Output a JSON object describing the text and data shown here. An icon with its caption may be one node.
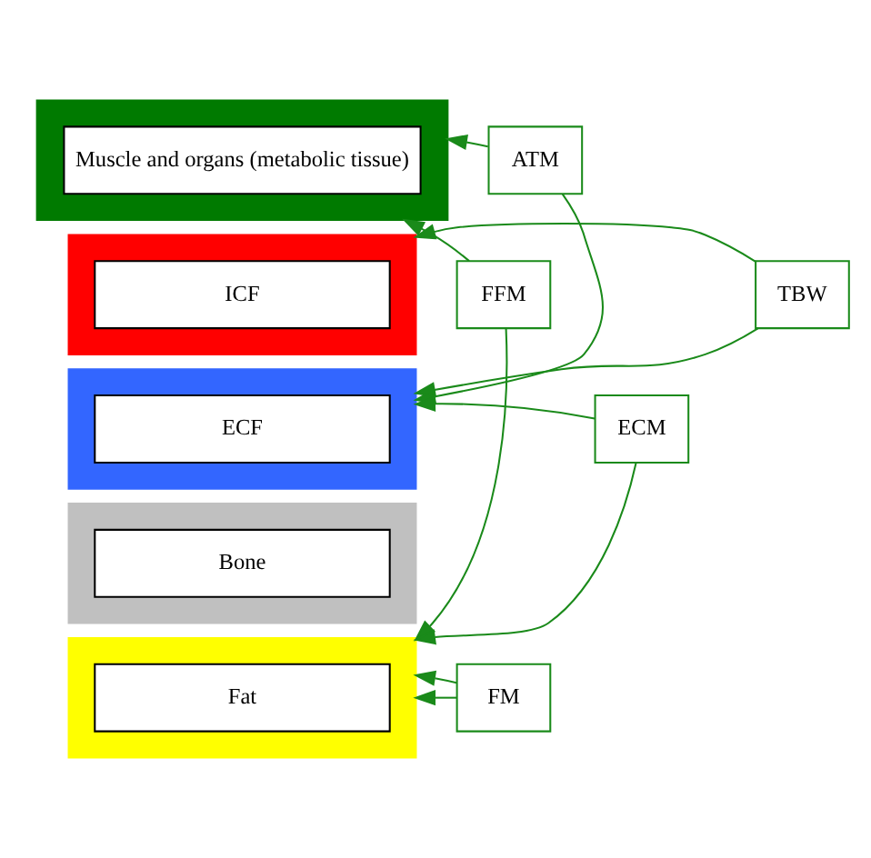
{
  "diagram": {
    "nodes": [
      {
        "text": [],
        "shape": "box"
      },
      {
        "text": [
          "Muscle and organs (metabolic tissue)"
        ],
        "in": 0
      },
      {
        "text": [],
        "shape": "box"
      },
      {
        "text": [
          "ICF"
        ],
        "in": 2
      },
      {
        "text": [],
        "shape": "box"
      },
      {
        "text": [
          "ECF"
        ],
        "in": 4
      },
      {
        "text": [],
        "shape": "box"
      },
      {
        "text": [
          "Bone"
        ],
        "in": 6
      },
      {
        "text": [],
        "shape": "box"
      },
      {
        "text": [
          "Fat"
        ],
        "in": 8
      },
      {
        "text": [
          "ATM"
        ]
      },
      {
        "text": [
          "FFM"
        ]
      },
      {
        "text": [
          "TBW"
        ]
      },
      {
        "text": [
          "ECM"
        ]
      },
      {
        "text": [
          "FM"
        ]
      }
    ],
    "edges": [
      {
        "from": 11,
        "to": 0,
        "arrow": "to"
      },
      {
        "from": 10,
        "to": 0,
        "arrow": "to"
      },
      {
        "from": 10,
        "to": 4,
        "arrow": "to"
      },
      {
        "from": 13,
        "to": 4,
        "arrow": "to"
      },
      {
        "from": 11,
        "to": 8,
        "arrow": "to"
      },
      {
        "from": 13,
        "to": 8,
        "arrow": "to"
      },
      {
        "from": 14,
        "to": 8,
        "arrow": "to"
      },
      {
        "from": 14,
        "to": 8,
        "arrow": "to"
      },
      {
        "from": 12,
        "to": 2,
        "arrow": "to"
      },
      {
        "from": 12,
        "to": 4,
        "arrow": "to"
      }
    ]
  }
}
